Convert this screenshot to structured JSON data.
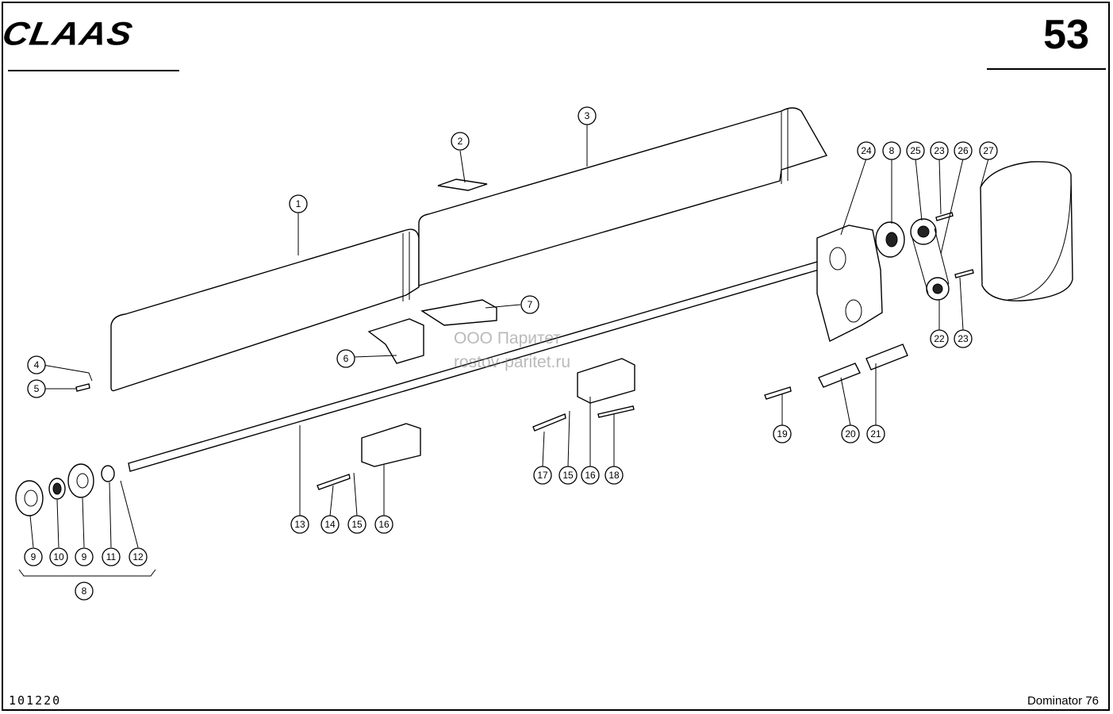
{
  "header": {
    "brand": "CLAAS",
    "page_number": "53"
  },
  "footer": {
    "document_code": "101220",
    "model": "Dominator 76"
  },
  "watermark": {
    "line1": "ООО Паритет",
    "line2": "rostov-paritet.ru"
  },
  "callouts": {
    "c1": "1",
    "c2": "2",
    "c3": "3",
    "c4": "4",
    "c5": "5",
    "c6": "6",
    "c7": "7",
    "c8a": "8",
    "c8b": "8",
    "c9a": "9",
    "c9b": "9",
    "c10": "10",
    "c11": "11",
    "c12": "12",
    "c13": "13",
    "c14": "14",
    "c15a": "15",
    "c15b": "15",
    "c16a": "16",
    "c16b": "16",
    "c17": "17",
    "c18": "18",
    "c19": "19",
    "c20": "20",
    "c21": "21",
    "c22": "22",
    "c23a": "23",
    "c23b": "23",
    "c24": "24",
    "c25": "25",
    "c26": "26",
    "c27": "27"
  }
}
